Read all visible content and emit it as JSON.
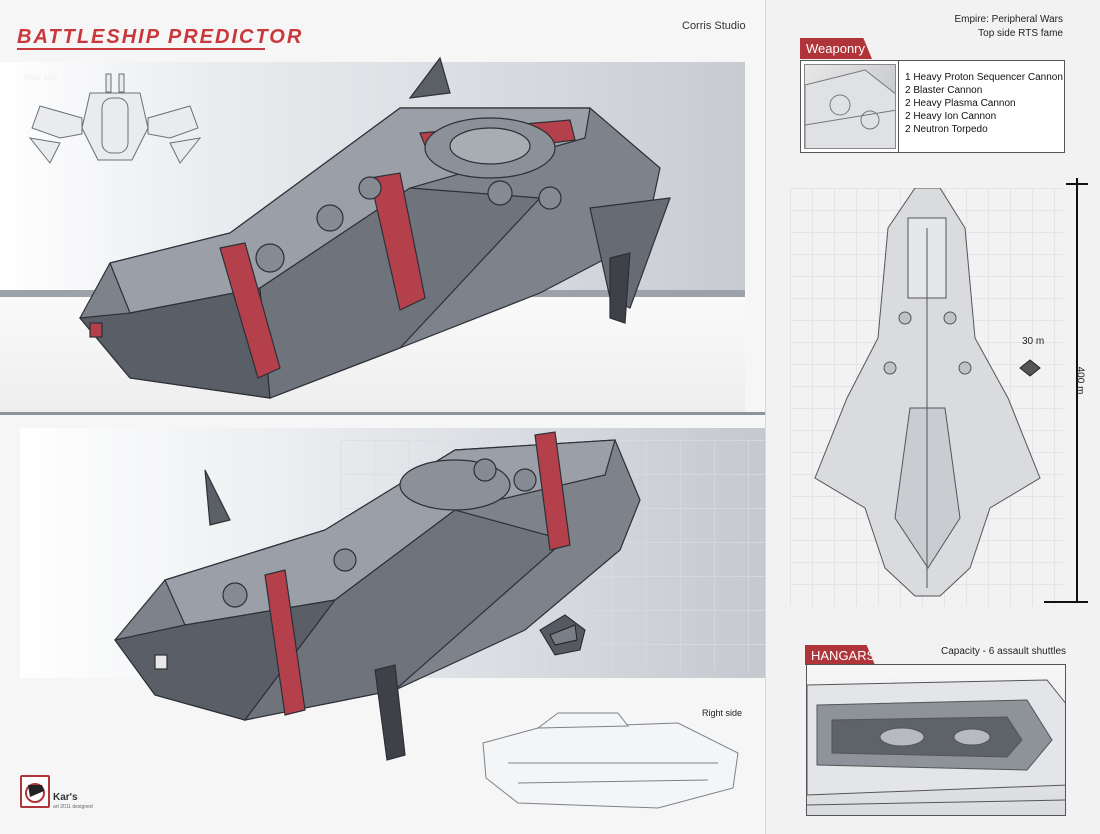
{
  "header": {
    "title": "Battleship Predictor",
    "studio": "Corris Studio"
  },
  "views": {
    "rear_label": "Rear side",
    "right_label": "Right side"
  },
  "logo": {
    "mark": "Kar's",
    "sub": "art 2011 designed"
  },
  "meta": {
    "empire_line1": "Empire: Peripheral Wars",
    "empire_line2": "Top side RTS fame"
  },
  "weaponry": {
    "tag": "Weaponry",
    "items": [
      "1 Heavy Proton Sequencer Cannon",
      "2 Blaster Cannon",
      "2 Heavy Plasma Cannon",
      "2 Heavy Ion Cannon",
      "2 Neutron Torpedo"
    ]
  },
  "scheme": {
    "width_label": "30 m",
    "length_label": "400 m"
  },
  "hangars": {
    "tag": "HANGARS",
    "capacity": "Capacity - 6 assault shuttles"
  },
  "colors": {
    "accent_red": "#b0353a",
    "hull_grey": "#7b8088",
    "hull_dark": "#4a4e55",
    "stripe_red": "#b3404a"
  },
  "icons": {
    "logo": "studio-logo-icon"
  }
}
